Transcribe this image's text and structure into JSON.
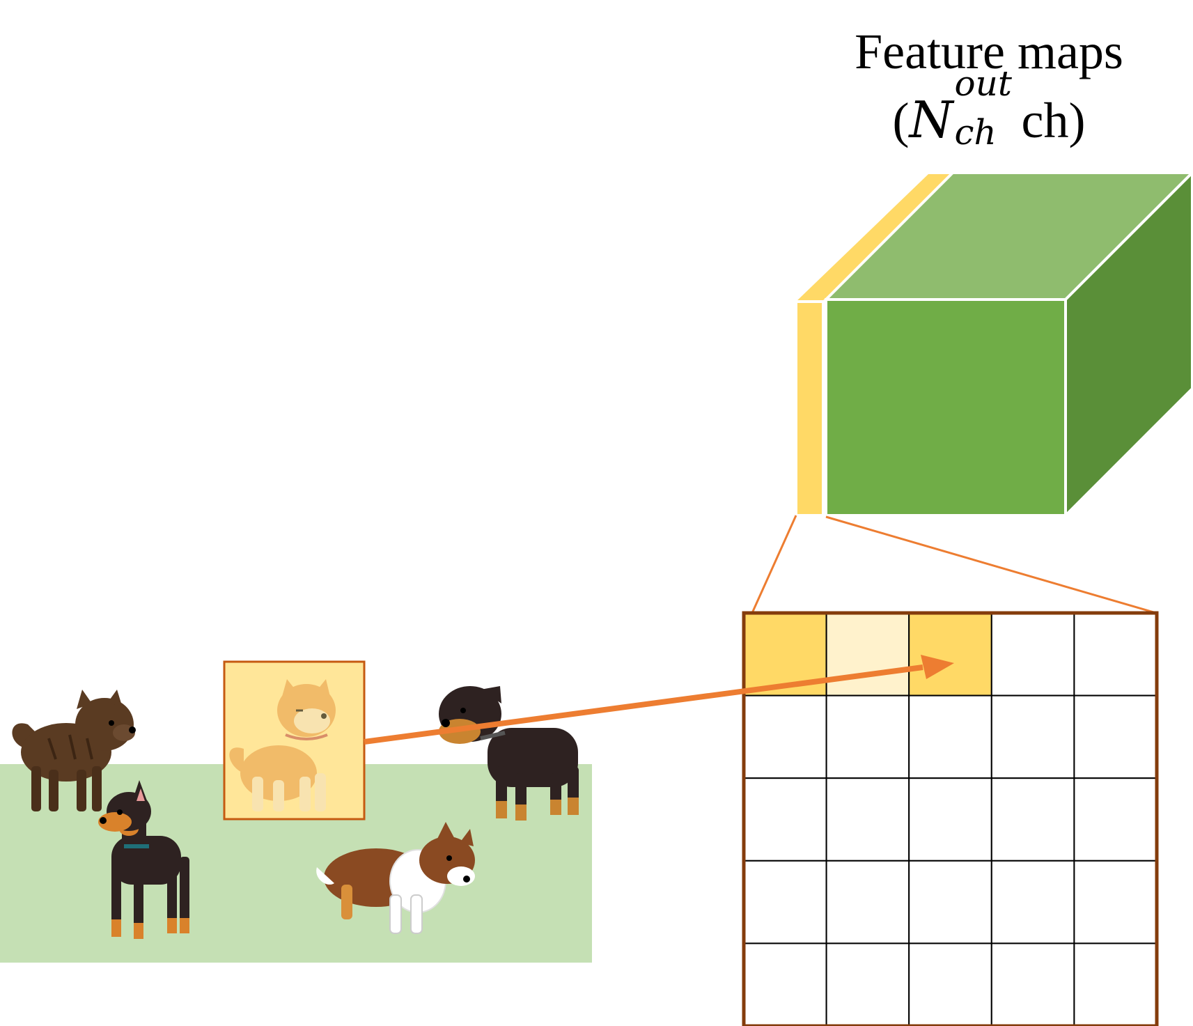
{
  "title": {
    "line1": "Feature maps",
    "open": "(",
    "symbol": "N",
    "superscript": "out",
    "subscript": "ch",
    "suffix": "ch)"
  },
  "colors": {
    "ground": "#c5e0b4",
    "cube_front": "#70ad47",
    "cube_top": "#8fbc6e",
    "cube_side": "#5a8f38",
    "slice": "#ffd966",
    "slice_light": "#fff2cc",
    "arrow": "#ed7d31",
    "grid_border": "#843c0c",
    "highlight_box_fill": "#ffe699",
    "highlight_box_stroke": "#c55a11"
  },
  "grid": {
    "rows": 5,
    "cols": 5,
    "highlighted_cells": [
      {
        "row": 0,
        "col": 0,
        "shade": "slice"
      },
      {
        "row": 0,
        "col": 1,
        "shade": "slice_light"
      },
      {
        "row": 0,
        "col": 2,
        "shade": "slice"
      }
    ]
  },
  "dogs": [
    {
      "name": "brindle-dog",
      "breed": "kai-ken"
    },
    {
      "name": "doberman-dog",
      "breed": "doberman"
    },
    {
      "name": "akita-dog",
      "breed": "shiba"
    },
    {
      "name": "rottweiler-dog",
      "breed": "rottweiler"
    },
    {
      "name": "collie-dog",
      "breed": "sheltie"
    }
  ]
}
